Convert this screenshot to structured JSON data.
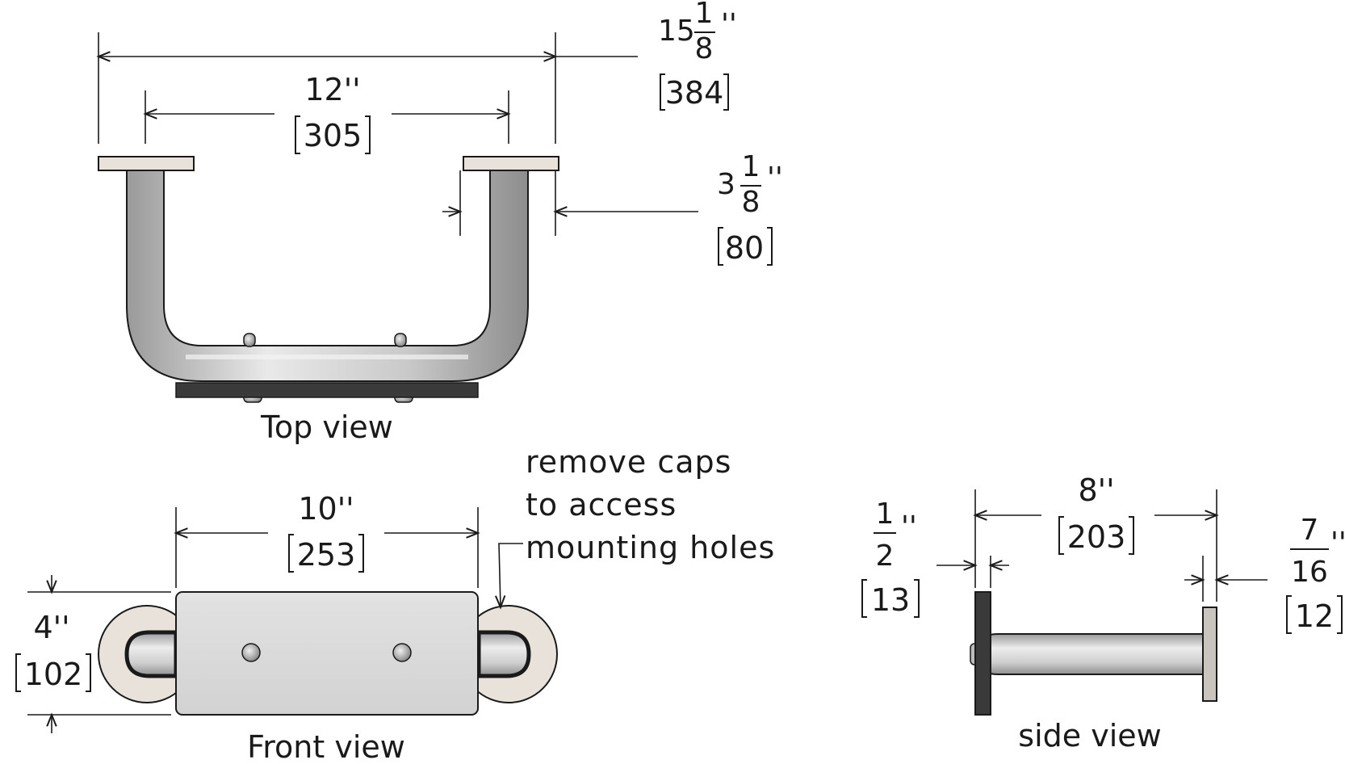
{
  "top_view": {
    "caption": "Top view",
    "overall_whole": "15",
    "overall_num": "1",
    "overall_den": "8",
    "overall_inch": "''",
    "overall_mm": "384",
    "inner_in": "12''",
    "inner_mm": "305",
    "proj_whole": "3",
    "proj_num": "1",
    "proj_den": "8",
    "proj_inch": "''",
    "proj_mm": "80"
  },
  "front_view": {
    "caption": "Front view",
    "width_in": "10''",
    "width_mm": "253",
    "height_in": "4''",
    "height_mm": "102",
    "note_lines": [
      "remove caps",
      "to access",
      "mounting holes"
    ]
  },
  "side_view": {
    "caption": "side view",
    "length_in": "8''",
    "length_mm": "203",
    "wall_num": "1",
    "wall_den": "2",
    "wall_inch": "''",
    "wall_mm": "13",
    "flange_num": "7",
    "flange_den": "16",
    "flange_inch": "''",
    "flange_mm": "12"
  },
  "colors": {
    "line": "#1a1a1a",
    "wall_plate": "#3a3a3a",
    "steel_light": "#e6e6e6",
    "steel_mid": "#b8b8b8",
    "flange": "#e8e2da"
  }
}
